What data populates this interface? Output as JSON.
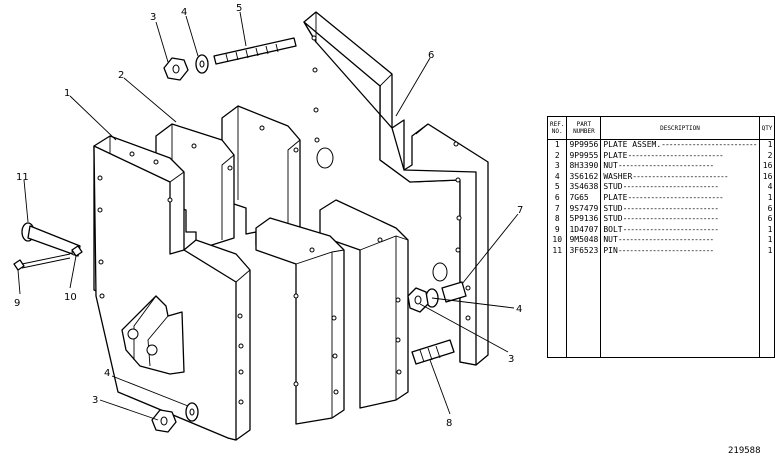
{
  "callouts": {
    "c1": "1",
    "c2": "2",
    "c3a": "3",
    "c3b": "3",
    "c3c": "3",
    "c4a": "4",
    "c4b": "4",
    "c4c": "4",
    "c5": "5",
    "c6": "6",
    "c7": "7",
    "c8": "8",
    "c9": "9",
    "c10": "10",
    "c11": "11"
  },
  "table": {
    "headers": {
      "ref": "REF. NO.",
      "part": "PART NUMBER",
      "desc": "DESCRIPTION",
      "qty": "QTY"
    },
    "rows": [
      {
        "ref": "1",
        "part": "9P9956",
        "desc": "PLATE ASSEM.",
        "qty": "1"
      },
      {
        "ref": "2",
        "part": "9P9955",
        "desc": "PLATE",
        "qty": "2"
      },
      {
        "ref": "3",
        "part": "8H3390",
        "desc": "NUT",
        "qty": "16"
      },
      {
        "ref": "4",
        "part": "3S6162",
        "desc": "WASHER",
        "qty": "16"
      },
      {
        "ref": "5",
        "part": "3S4638",
        "desc": "STUD",
        "qty": "4"
      },
      {
        "ref": "6",
        "part": "7G65",
        "desc": "PLATE",
        "qty": "1"
      },
      {
        "ref": "7",
        "part": "9S7479",
        "desc": "STUD",
        "qty": "6"
      },
      {
        "ref": "8",
        "part": "5P9136",
        "desc": "STUD",
        "qty": "6"
      },
      {
        "ref": "9",
        "part": "1D4707",
        "desc": "BOLT",
        "qty": "1"
      },
      {
        "ref": "10",
        "part": "9M5048",
        "desc": "NUT",
        "qty": "1"
      },
      {
        "ref": "11",
        "part": "3F6523",
        "desc": "PIN",
        "qty": "1"
      }
    ]
  },
  "drawing_number": "219588"
}
